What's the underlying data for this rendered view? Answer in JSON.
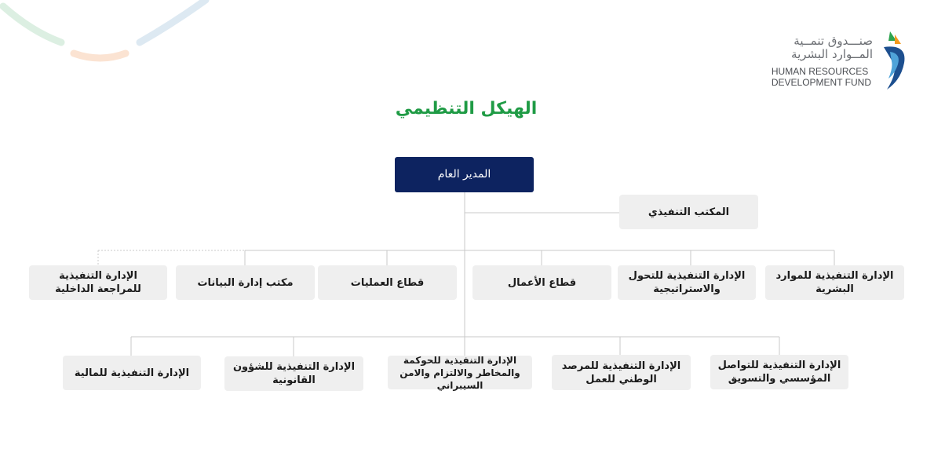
{
  "title": "الهيكل التنظيمي",
  "logo": {
    "ar_line1": "صنـــدوق تنمــية",
    "ar_line2": "المــوارد البشرية",
    "en_line1": "HUMAN RESOURCES",
    "en_line2": "DEVELOPMENT FUND"
  },
  "colors": {
    "title": "#1f9b45",
    "ceo_box": "#0d2360",
    "box": "#efefef",
    "connector": "#c9c9c9",
    "logo_blue": "#1d4f8f",
    "logo_green": "#2ea44f",
    "logo_orange": "#f39a1e"
  },
  "ceo": "المدير العام",
  "executive_office": "المكتب التنفيذي",
  "tier2": [
    "الإدارة التنفيذية للموارد البشرية",
    "الإدارة التنفيذية للتحول والاستراتيجية",
    "قطاع الأعمال",
    "قطاع العمليات",
    "مكتب إدارة البيانات",
    "الإدارة التنفيذية للمراجعة الداخلية"
  ],
  "tier3": [
    "الإدارة التنفيذية للتواصل المؤسسي والتسويق",
    "الإدارة التنفيذية للمرصد الوطني للعمل",
    "الإدارة التنفيذية للحوكمة والمخاطر والالتزام والامن السيبراني",
    "الإدارة التنفيذية للشؤون القانونية",
    "الإدارة التنفيذية للمالية"
  ]
}
